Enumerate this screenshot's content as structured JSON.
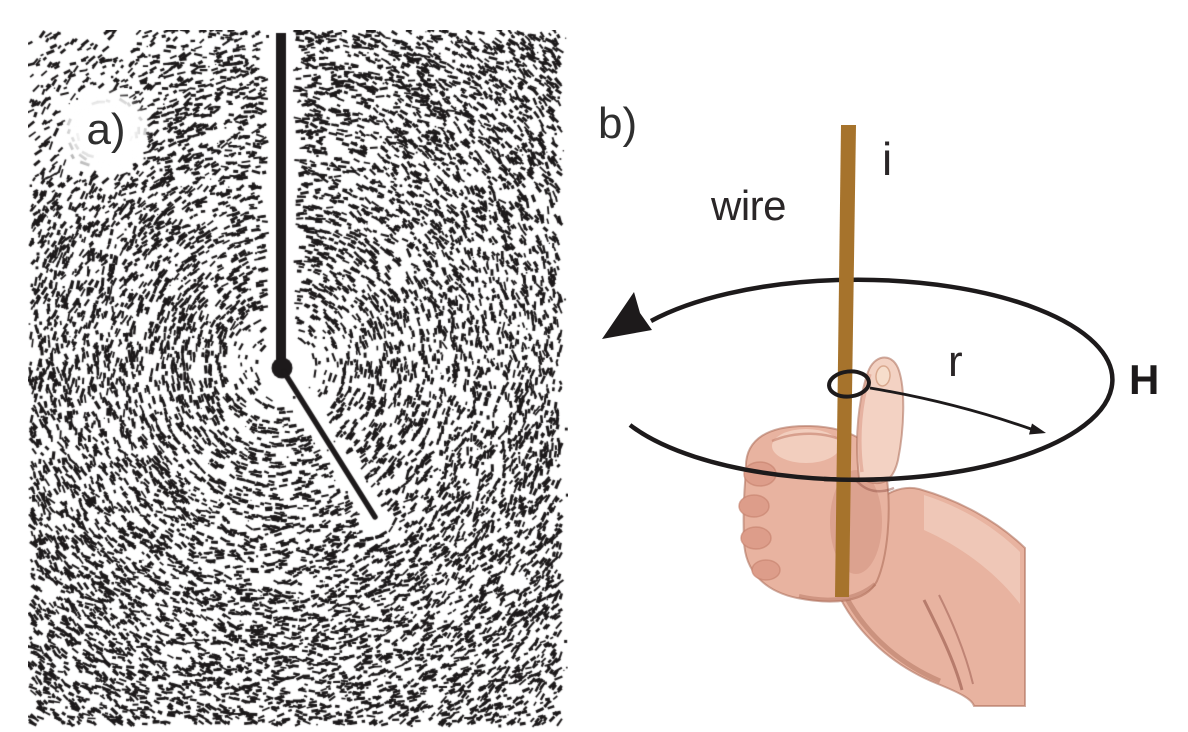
{
  "figure": {
    "panel_a": {
      "label": "a)"
    },
    "panel_b": {
      "label": "b)",
      "wire_label": "wire",
      "current_label": "i",
      "radius_label": "r",
      "field_label": "H"
    }
  },
  "colors": {
    "ink": "#1d1a1b",
    "wire_gold": "#a6732c",
    "skin_light": "#f3d2c3",
    "skin_base": "#e8b3a0",
    "skin_mid": "#dd9d8a",
    "skin_shadow": "#c4806d",
    "skin_deep": "#a96a55",
    "crease": "#96564a",
    "nail": "#f6ddcb"
  }
}
